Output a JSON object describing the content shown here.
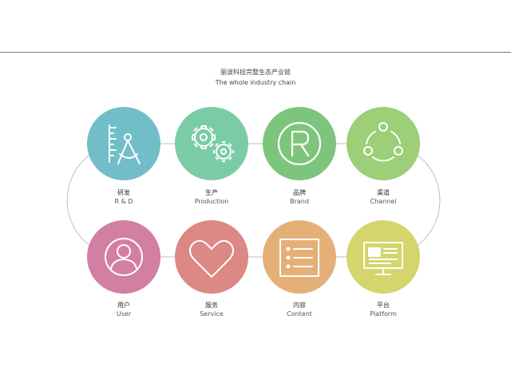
{
  "title": "丽波科技完整生态产业链",
  "subtitle": "The whole industry chain",
  "nodes": [
    {
      "cn": "研发",
      "en": "R & D",
      "color": "#72bec8",
      "icon": "ruler-compass-icon"
    },
    {
      "cn": "生产",
      "en": "Production",
      "color": "#7acca6",
      "icon": "gears-icon"
    },
    {
      "cn": "品牌",
      "en": "Brand",
      "color": "#7dc57c",
      "icon": "registered-trademark-icon"
    },
    {
      "cn": "渠道",
      "en": "Channel",
      "color": "#9ccf78",
      "icon": "share-network-icon"
    },
    {
      "cn": "用户",
      "en": "User",
      "color": "#d37ea3",
      "icon": "user-icon"
    },
    {
      "cn": "服务",
      "en": "Service",
      "color": "#dc8884",
      "icon": "heart-icon"
    },
    {
      "cn": "内容",
      "en": "Content",
      "color": "#e5b078",
      "icon": "list-document-icon"
    },
    {
      "cn": "平台",
      "en": "Platform",
      "color": "#d4d56c",
      "icon": "monitor-icon"
    }
  ]
}
